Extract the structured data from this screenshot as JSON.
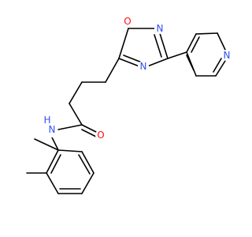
{
  "structure": {
    "atoms": {
      "o_ring": {
        "symbol": "O",
        "color": "#ff0d0d"
      },
      "n_ring_top": {
        "symbol": "N",
        "color": "#3050f8"
      },
      "n_ring_bottom": {
        "symbol": "N",
        "color": "#3050f8"
      },
      "n_pyridine": {
        "symbol": "N",
        "color": "#3050f8"
      },
      "o_carbonyl": {
        "symbol": "O",
        "color": "#ff0d0d"
      },
      "nh_amide": {
        "symbol": "N",
        "h": "H",
        "color": "#3050f8"
      }
    }
  }
}
